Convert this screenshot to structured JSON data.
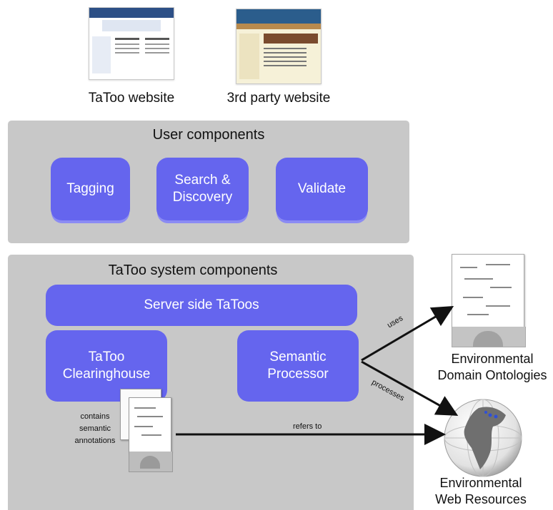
{
  "top": {
    "tatoo_website_caption": "TaToo website",
    "third_party_caption": "3rd party website"
  },
  "user_components": {
    "title": "User components",
    "buttons": [
      "Tagging",
      "Search &\nDiscovery",
      "Validate"
    ]
  },
  "system_components": {
    "title": "TaToo  system components",
    "server": "Server side TaToos",
    "clearinghouse": "TaToo\nClearinghouse",
    "semantic_processor": "Semantic\nProcessor",
    "annotations_note": "contains\nsemantic\nannotations"
  },
  "edges": {
    "uses": "uses",
    "processes": "processes",
    "refers_to": "refers to"
  },
  "right": {
    "ontologies": "Environmental\nDomain Ontologies",
    "web_resources": "Environmental\nWeb Resources"
  },
  "colors": {
    "component_blue": "#6565ee",
    "panel_gray": "#c8c8c8"
  }
}
